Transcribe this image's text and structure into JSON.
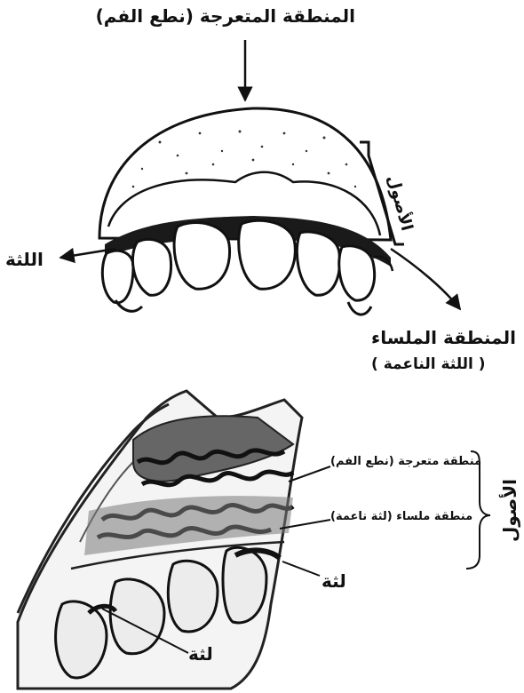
{
  "top_diagram": {
    "rugae_label": "المنطقة المتعرجة (نطع الفم)",
    "roots_label": "الأصول",
    "gum_label": "اللثة",
    "smooth_label": "المنطقة الملساء",
    "smooth_sub_label": "( اللثة الناعمة )"
  },
  "bottom_diagram": {
    "rugae_label": "منطقة متعرجة (نطع الفم)",
    "smooth_label": "منطقة ملساء (لثة ناعمة)",
    "roots_label": "الأصول",
    "gum_right_label": "لثة",
    "gum_bottom_label": "لثة"
  },
  "colors": {
    "ink": "#111111",
    "shade": "#555555",
    "paper": "#ffffff"
  }
}
